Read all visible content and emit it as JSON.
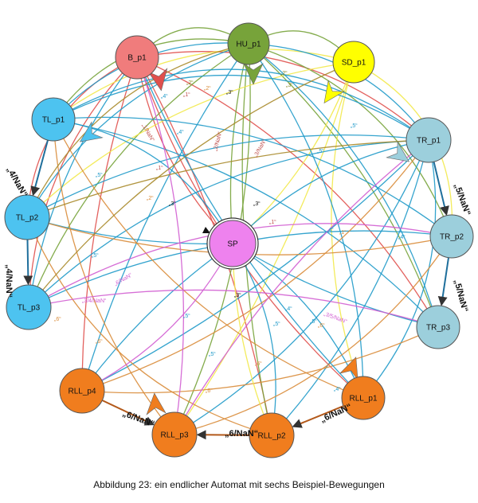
{
  "caption": "Abbildung 23: ein endlicher Automat mit sechs Beispiel-Bewegungen",
  "states": [
    {
      "id": "B_p1",
      "label": "B_p1",
      "color": "#f07c7c"
    },
    {
      "id": "HU_p1",
      "label": "HU_p1",
      "color": "#77a33a"
    },
    {
      "id": "SD_p1",
      "label": "SD_p1",
      "color": "#ffff00"
    },
    {
      "id": "TL_p1",
      "label": "TL_p1",
      "color": "#4dc3f0"
    },
    {
      "id": "TL_p2",
      "label": "TL_p2",
      "color": "#4dc3f0"
    },
    {
      "id": "TL_p3",
      "label": "TL_p3",
      "color": "#4dc3f0"
    },
    {
      "id": "TR_p1",
      "label": "TR_p1",
      "color": "#9ccfdc"
    },
    {
      "id": "TR_p2",
      "label": "TR_p2",
      "color": "#9ccfdc"
    },
    {
      "id": "TR_p3",
      "label": "TR_p3",
      "color": "#9ccfdc"
    },
    {
      "id": "RLL_p1",
      "label": "RLL_p1",
      "color": "#f07d1e"
    },
    {
      "id": "RLL_p2",
      "label": "RLL_p2",
      "color": "#f07d1e"
    },
    {
      "id": "RLL_p3",
      "label": "RLL_p3",
      "color": "#f07d1e"
    },
    {
      "id": "RLL_p4",
      "label": "RLL_p4",
      "color": "#f07d1e"
    },
    {
      "id": "SP",
      "label": "SP",
      "color": "#ee82ee"
    }
  ],
  "chain_labels": [
    {
      "text": "„4/NaN“"
    },
    {
      "text": "„4/NaN“"
    },
    {
      "text": "„5/NaN“"
    },
    {
      "text": "„5/NaN“"
    },
    {
      "text": "„6/NaN“"
    },
    {
      "text": "„6/NaN“"
    },
    {
      "text": "„6/NaN“"
    }
  ],
  "transition_labels": [
    {
      "text": "„3“",
      "color": "#111111"
    },
    {
      "text": "„3“",
      "color": "#111111"
    },
    {
      "text": "„3“",
      "color": "#111111"
    },
    {
      "text": "„3“",
      "color": "#111111"
    },
    {
      "text": "„2“",
      "color": "#8a8a2a"
    },
    {
      "text": "„2“",
      "color": "#8a8a2a"
    },
    {
      "text": "„3“",
      "color": "#8a8a2a"
    },
    {
      "text": "„1“",
      "color": "#c0504d"
    },
    {
      "text": "„1“",
      "color": "#c0504d"
    },
    {
      "text": "„1“",
      "color": "#c0504d"
    },
    {
      "text": "„1/NaN“",
      "color": "#c0504d"
    },
    {
      "text": "„2/NaN“",
      "color": "#c0504d"
    },
    {
      "text": "„3/NaN“",
      "color": "#c0504d"
    },
    {
      "text": "„4“",
      "color": "#1f9ac9"
    },
    {
      "text": "„4“",
      "color": "#1f9ac9"
    },
    {
      "text": "„4“",
      "color": "#1f9ac9"
    },
    {
      "text": "„4“",
      "color": "#1f9ac9"
    },
    {
      "text": "„5“",
      "color": "#1f9ac9"
    },
    {
      "text": "„5“",
      "color": "#1f9ac9"
    },
    {
      "text": "„5“",
      "color": "#1f9ac9"
    },
    {
      "text": "„5“",
      "color": "#1f9ac9"
    },
    {
      "text": "„5“",
      "color": "#1f9ac9"
    },
    {
      "text": "„5“",
      "color": "#1f9ac9"
    },
    {
      "text": "„5“",
      "color": "#1f9ac9"
    },
    {
      "text": "„2“",
      "color": "#d98c3a"
    },
    {
      "text": "„2“",
      "color": "#d98c3a"
    },
    {
      "text": "„6“",
      "color": "#d98c3a"
    },
    {
      "text": "„6“",
      "color": "#d98c3a"
    },
    {
      "text": "„6“",
      "color": "#d98c3a"
    },
    {
      "text": "„6“",
      "color": "#d98c3a"
    },
    {
      "text": "„6“",
      "color": "#d98c3a"
    },
    {
      "text": "„1“",
      "color": "#d98c3a"
    },
    {
      "text": "„3/4/NaN“",
      "color": "#d25ed2"
    },
    {
      "text": "„6/NaN“",
      "color": "#d25ed2"
    },
    {
      "text": "„3/5/NaN“",
      "color": "#d25ed2"
    },
    {
      "text": "„4“",
      "color": "#1f9ac9"
    },
    {
      "text": "„4“",
      "color": "#1f9ac9"
    },
    {
      "text": "„5“",
      "color": "#1f9ac9"
    }
  ]
}
